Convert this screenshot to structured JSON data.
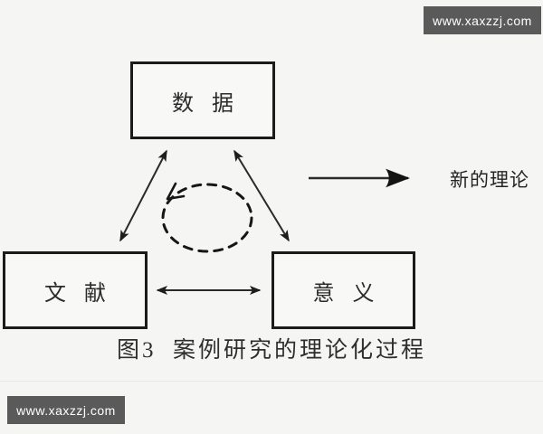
{
  "page": {
    "background": "#f5f5f3",
    "ink": "#1f1f1f",
    "box_fill": "#f8f8f6"
  },
  "watermarks": {
    "top_right": "www.xaxzzj.com",
    "bottom_left": "www.xaxzzj.com",
    "background": "#5a5a5a",
    "text_color": "#ffffff"
  },
  "diagram": {
    "nodes": {
      "data": "数 据",
      "literature": "文 献",
      "meaning": "意 义"
    },
    "arrows": [
      "data<->literature",
      "data<->meaning",
      "literature<->meaning",
      "diagram->new-theory"
    ],
    "cycle_icon": "dashed-counterclockwise-cycle",
    "output_label": "新的理论",
    "caption": "图3  案例研究的理论化过程"
  }
}
